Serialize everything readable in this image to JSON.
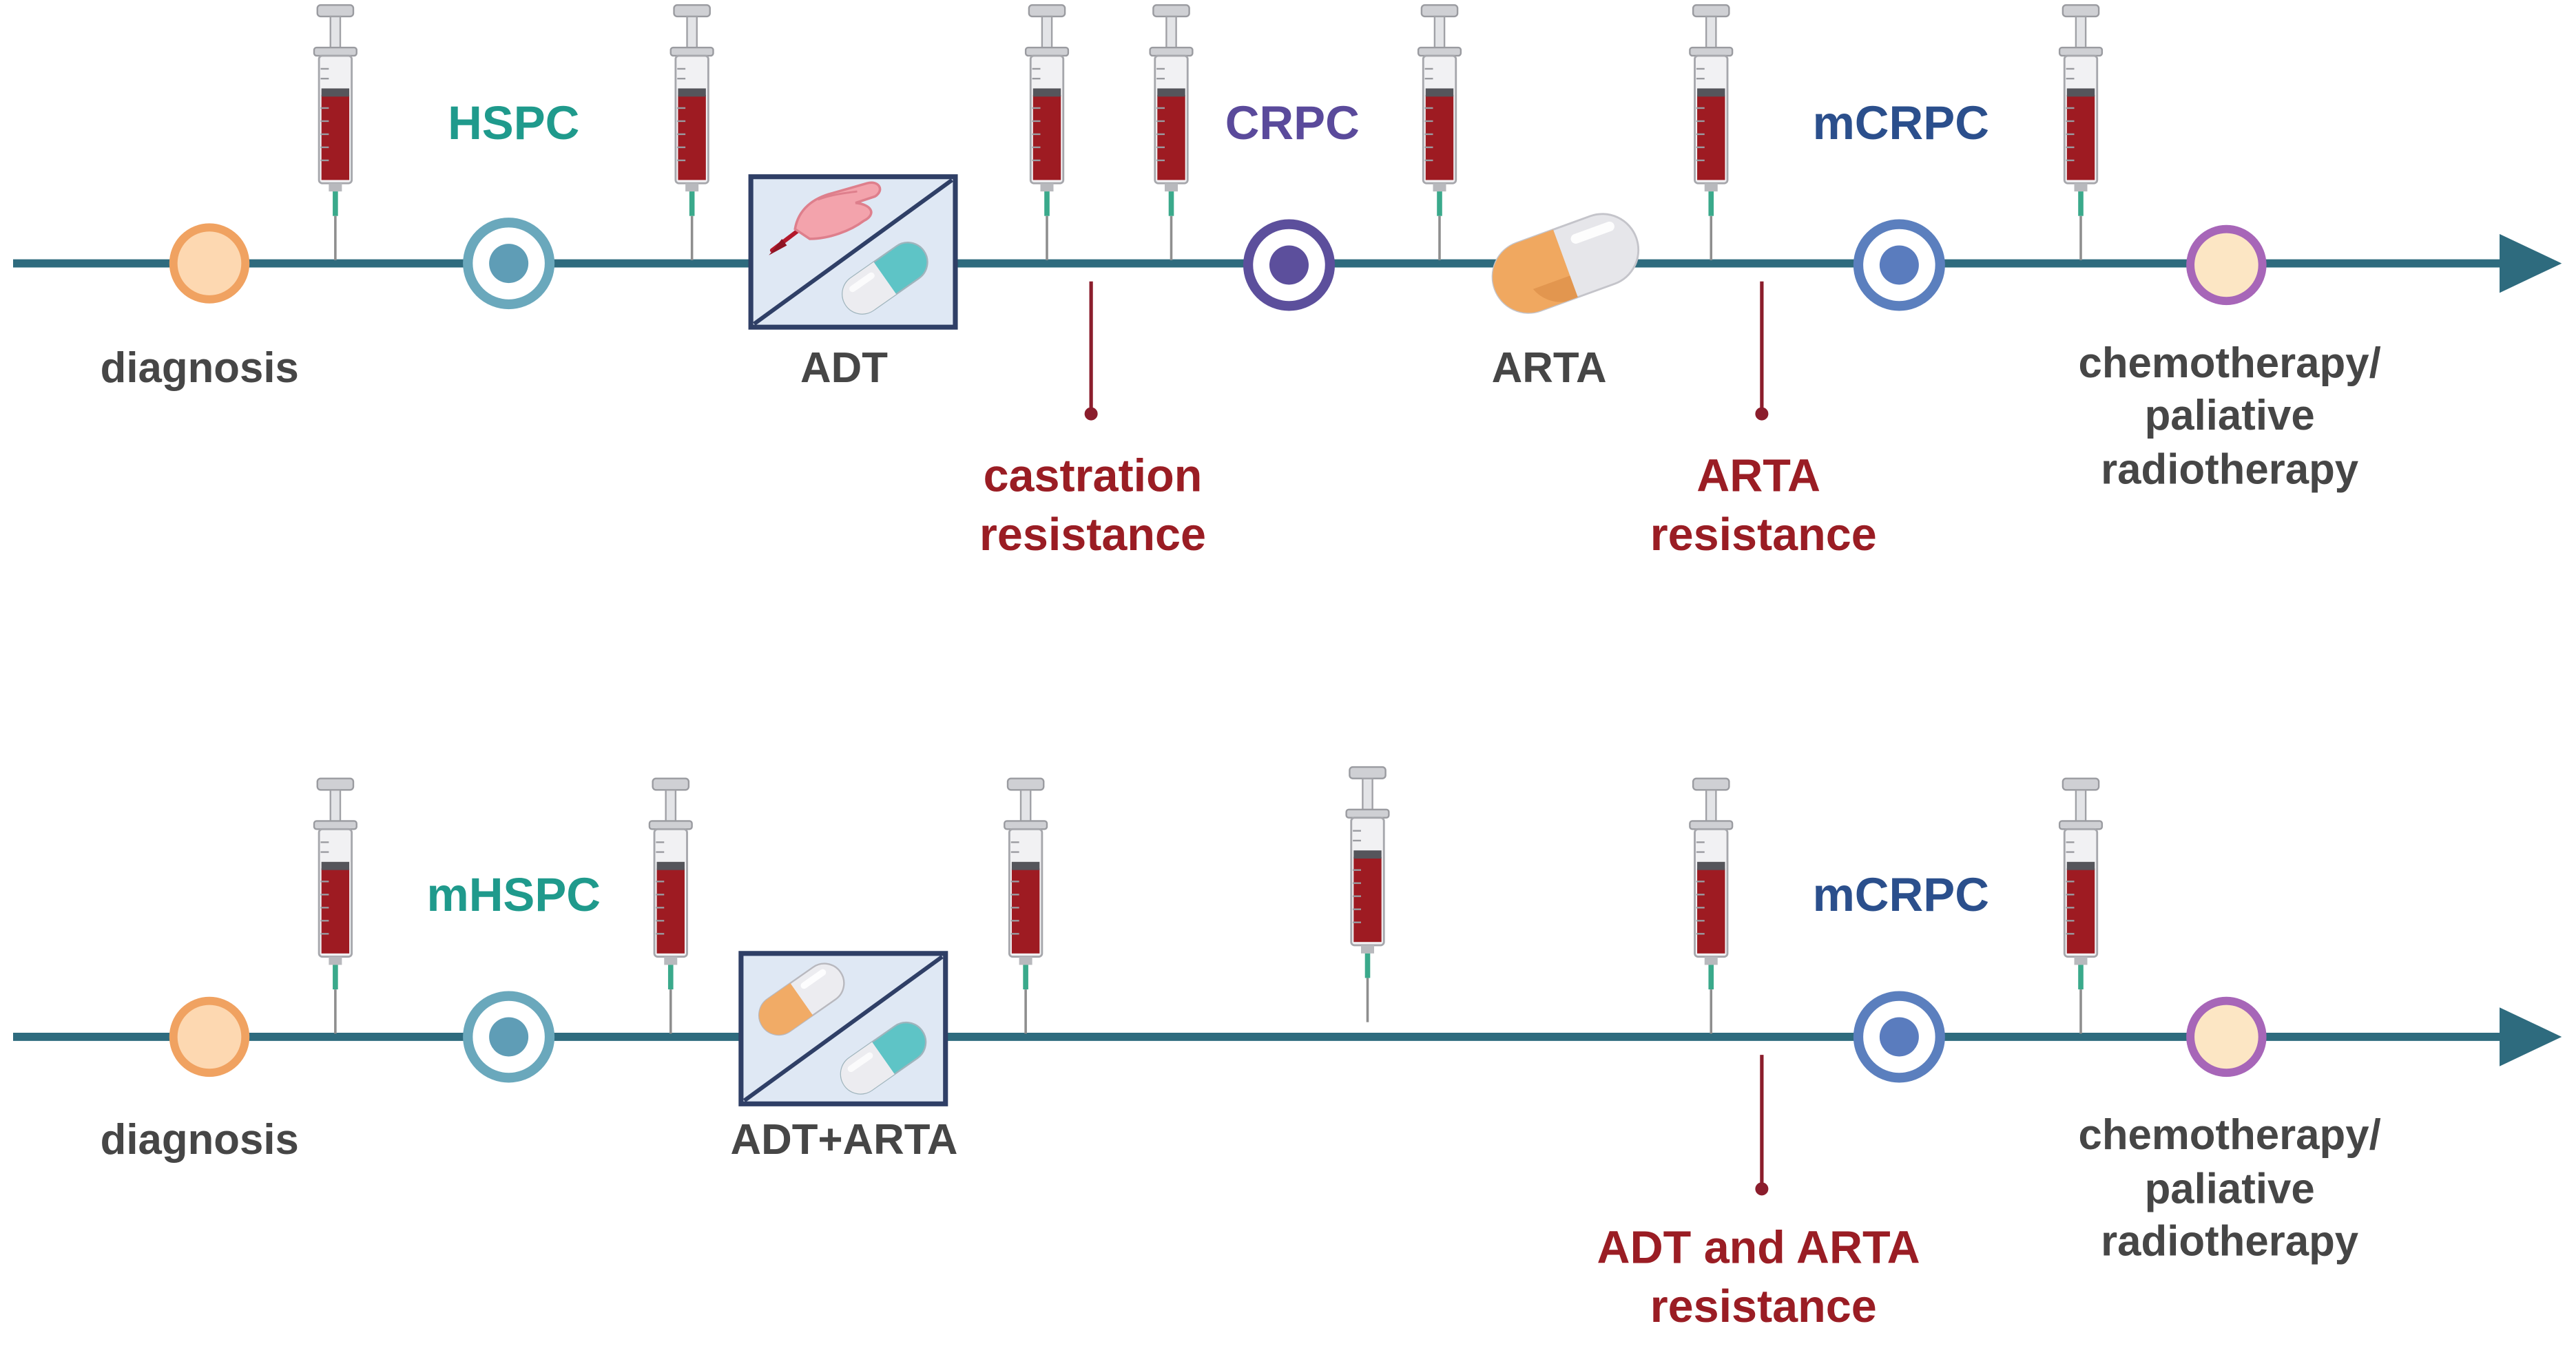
{
  "colors": {
    "timeline": "#2e6b7e",
    "hspc": "#1f9a8c",
    "crpc": "#5a4a9b",
    "mcrpc": "#2b4f8c",
    "resistance": "#9a1d24"
  },
  "icons": {
    "blood_sample": "syringe-icon",
    "drug": "capsule-icon",
    "surgery": "scalpel-hand-icon",
    "stage_marker": "target-icon"
  },
  "timeline_top": {
    "diagnosis": "diagnosis",
    "stage_1": "HSPC",
    "treatment_1": "ADT",
    "resistance_1": [
      "castration",
      "resistance"
    ],
    "stage_2": "CRPC",
    "treatment_2": "ARTA",
    "resistance_2": [
      "ARTA",
      "resistance"
    ],
    "stage_3": "mCRPC",
    "final_treatment": [
      "chemotherapy/",
      "paliative",
      "radiotherapy"
    ]
  },
  "timeline_bottom": {
    "diagnosis": "diagnosis",
    "stage_1": "mHSPC",
    "treatment_1": "ADT+ARTA",
    "resistance_1": [
      "ADT and ARTA",
      "resistance"
    ],
    "stage_3": "mCRPC",
    "final_treatment": [
      "chemotherapy/",
      "paliative",
      "radiotherapy"
    ]
  }
}
